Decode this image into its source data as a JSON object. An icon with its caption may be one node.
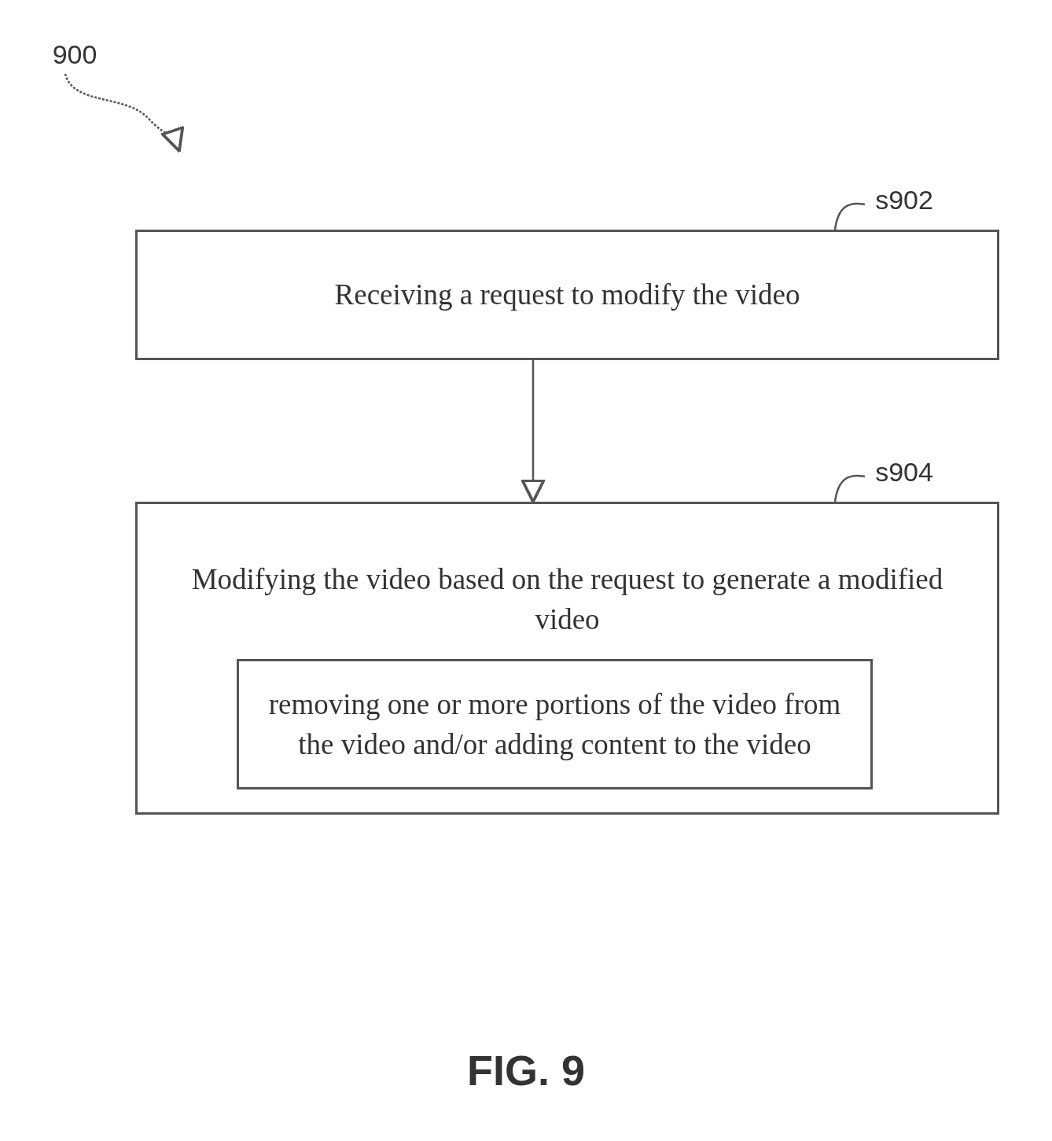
{
  "diagram": {
    "caption": "FIG. 9",
    "nodes": [
      {
        "text": [
          "900"
        ]
      },
      {
        "text": [
          "s902"
        ]
      },
      {
        "text": [
          "Receiving a request to modify the video"
        ]
      },
      {
        "text": [
          "s904"
        ]
      },
      {
        "text": [
          "Modifying the video based on the request to generate a modified video"
        ]
      },
      {
        "text": [
          "removing one or more portions of the video from the video and/or adding content to the video"
        ],
        "in": 4
      }
    ],
    "edges": [
      {
        "from": 0,
        "to": null,
        "arrow": "to",
        "style": "dashed"
      },
      {
        "from": 1,
        "to": 2,
        "arrow": "none"
      },
      {
        "from": 2,
        "to": 4,
        "arrow": "to"
      },
      {
        "from": 3,
        "to": 4,
        "arrow": "none"
      }
    ]
  }
}
